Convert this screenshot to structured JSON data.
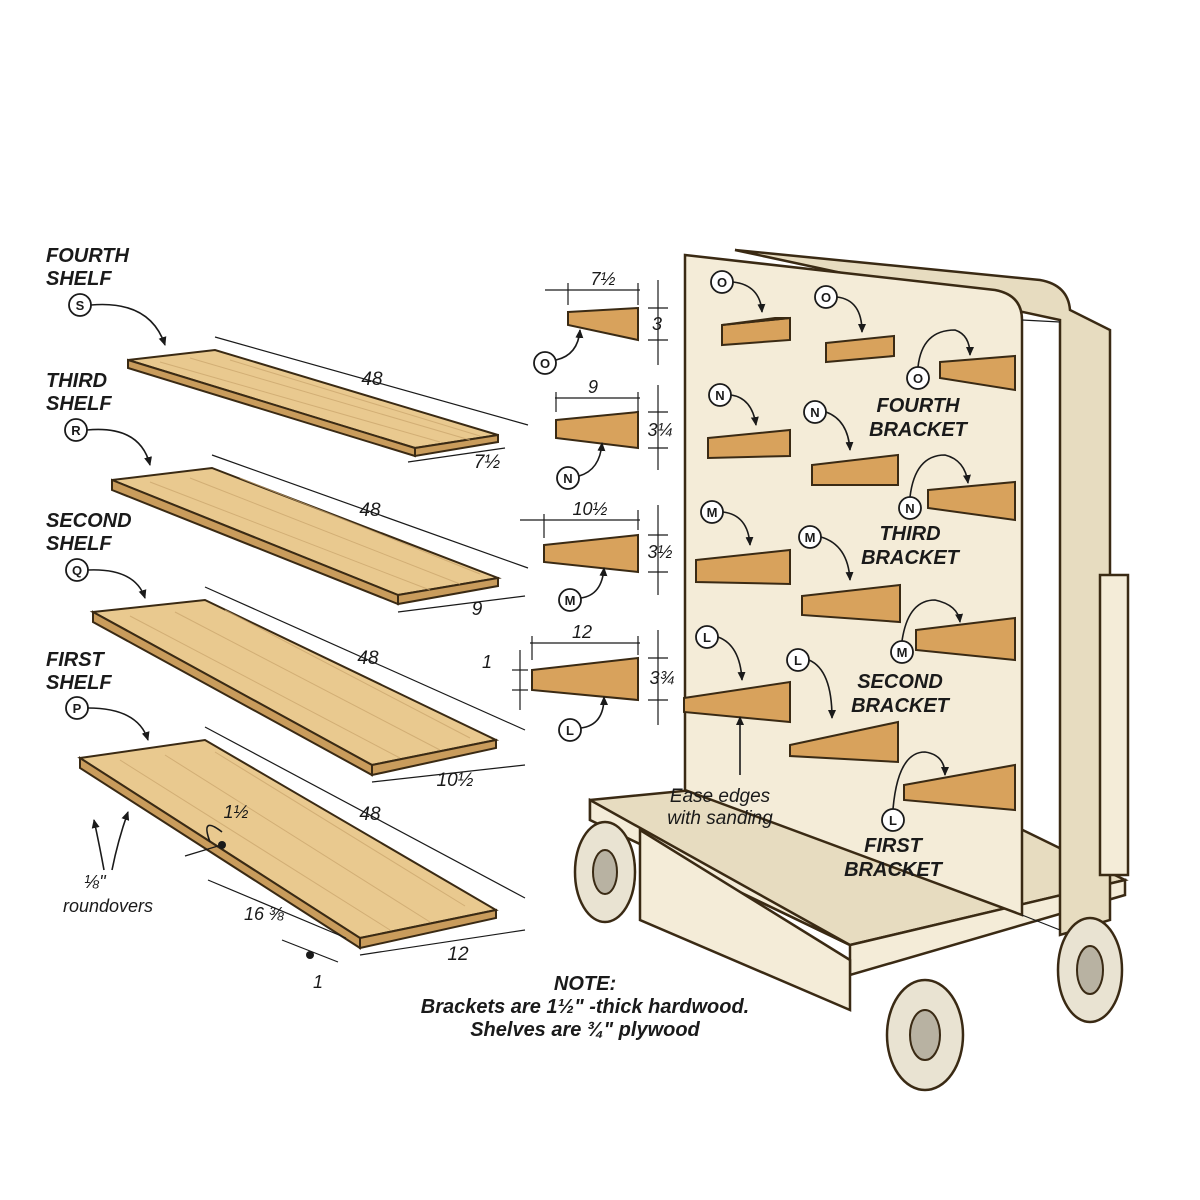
{
  "shelf_labels": [
    {
      "line1": "FOURTH",
      "line2": "SHELF",
      "tag": "S"
    },
    {
      "line1": "THIRD",
      "line2": "SHELF",
      "tag": "R"
    },
    {
      "line1": "SECOND",
      "line2": "SHELF",
      "tag": "Q"
    },
    {
      "line1": "FIRST",
      "line2": "SHELF",
      "tag": "P"
    }
  ],
  "shelf_dims": {
    "length": "48",
    "fourth_width": "7½",
    "third_width": "9",
    "second_width": "10½",
    "first_width": "12",
    "hole_offset": "1½",
    "hole_spacing": "16 ⅜",
    "edge_offset": "1",
    "roundover_1": "⅛\"",
    "roundover_2": "roundovers"
  },
  "bracket_dims": [
    {
      "tag": "O",
      "length": "7½",
      "height": "3"
    },
    {
      "tag": "N",
      "length": "9",
      "height": "3¼"
    },
    {
      "tag": "M",
      "length": "10½",
      "height": "3½"
    },
    {
      "tag": "L",
      "length": "12",
      "height": "3¾",
      "offset": "1"
    }
  ],
  "bracket_labels": [
    {
      "line1": "FOURTH",
      "line2": "BRACKET",
      "tag": "O"
    },
    {
      "line1": "THIRD",
      "line2": "BRACKET",
      "tag": "N"
    },
    {
      "line1": "SECOND",
      "line2": "BRACKET",
      "tag": "M"
    },
    {
      "line1": "FIRST",
      "line2": "BRACKET",
      "tag": "L"
    }
  ],
  "ease_note": {
    "line1": "Ease edges",
    "line2": "with sanding"
  },
  "note": {
    "title": "NOTE:",
    "line1": "Brackets are 1½\" -thick hardwood.",
    "line2": "Shelves are ¾\" plywood"
  }
}
